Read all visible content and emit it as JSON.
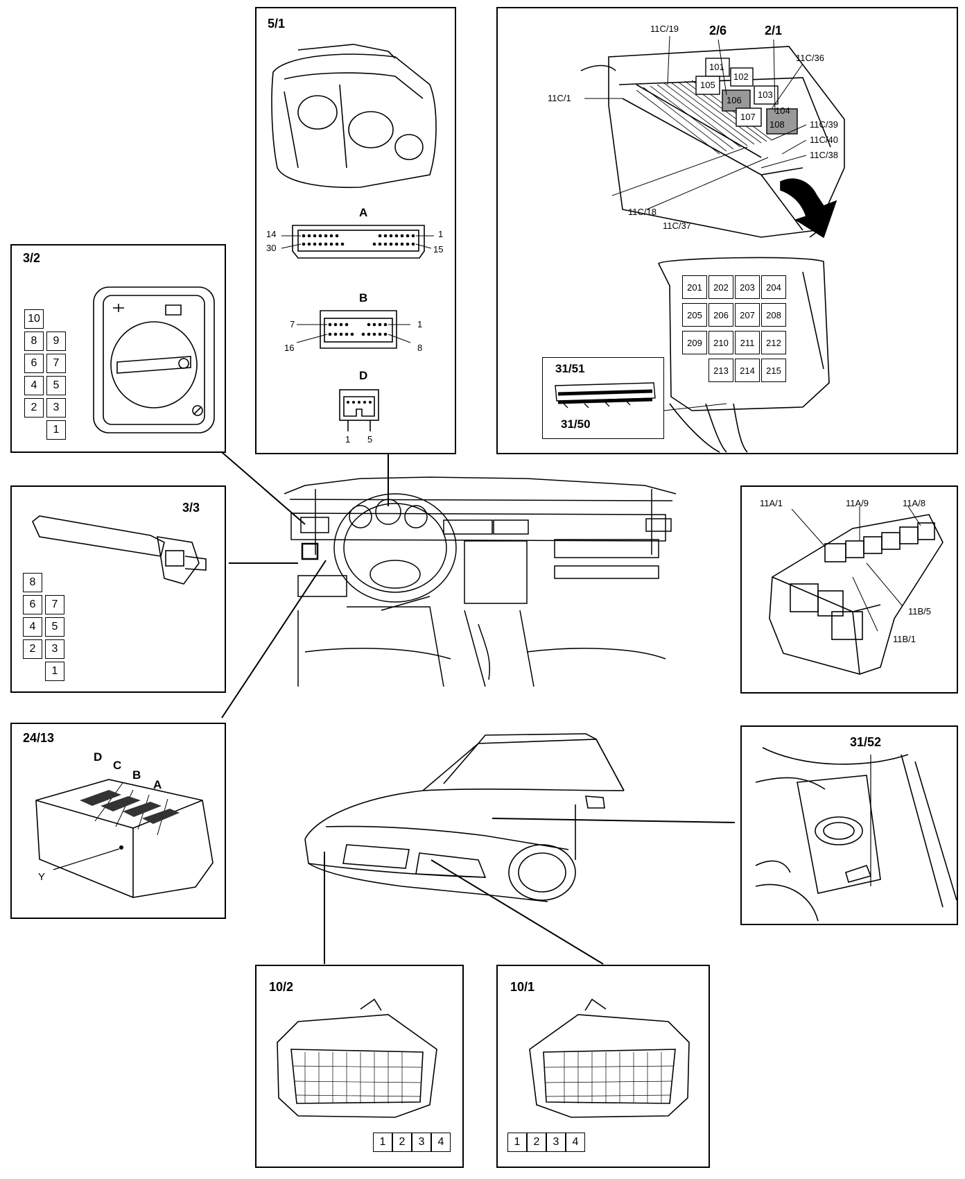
{
  "panels": {
    "p5_1": {
      "label": "5/1",
      "conn_a": {
        "label": "A",
        "pin_tl": "14",
        "pin_bl": "30",
        "pin_tr": "1",
        "pin_br": "15"
      },
      "conn_b": {
        "label": "B",
        "pin_tl": "7",
        "pin_bl": "16",
        "pin_tr": "1",
        "pin_br": "8"
      },
      "conn_d": {
        "label": "D",
        "pin_l": "1",
        "pin_r": "5"
      }
    },
    "p3_2": {
      "label": "3/2",
      "pins": [
        "10",
        "8",
        "9",
        "6",
        "7",
        "4",
        "5",
        "2",
        "3",
        "1"
      ]
    },
    "p3_3": {
      "label": "3/3",
      "pins": [
        "8",
        "6",
        "7",
        "4",
        "5",
        "2",
        "3",
        "1"
      ]
    },
    "p24_13": {
      "label": "24/13",
      "letters": [
        "D",
        "C",
        "B",
        "A"
      ],
      "marker": "Y"
    },
    "fusebox": {
      "callouts": [
        "11C/19",
        "2/6",
        "2/1",
        "11C/36",
        "11C/1",
        "11C/39",
        "11C/40",
        "11C/38",
        "11C/18",
        "11C/37"
      ],
      "relays_top": [
        "101",
        "102",
        "103",
        "104",
        "105",
        "106",
        "107",
        "108"
      ],
      "relays_bottom": [
        "201",
        "202",
        "203",
        "204",
        "205",
        "206",
        "207",
        "208",
        "209",
        "210",
        "211",
        "212",
        "213",
        "214",
        "215"
      ],
      "inset_top": "31/51",
      "inset_bottom": "31/50"
    },
    "relaybox_11": {
      "callouts": [
        "11A/1",
        "11A/9",
        "11A/8",
        "11B/5",
        "11B/1"
      ]
    },
    "p31_52": {
      "label": "31/52"
    },
    "p10_2": {
      "label": "10/2",
      "pins": [
        "1",
        "2",
        "3",
        "4"
      ]
    },
    "p10_1": {
      "label": "10/1",
      "pins": [
        "1",
        "2",
        "3",
        "4"
      ]
    }
  }
}
